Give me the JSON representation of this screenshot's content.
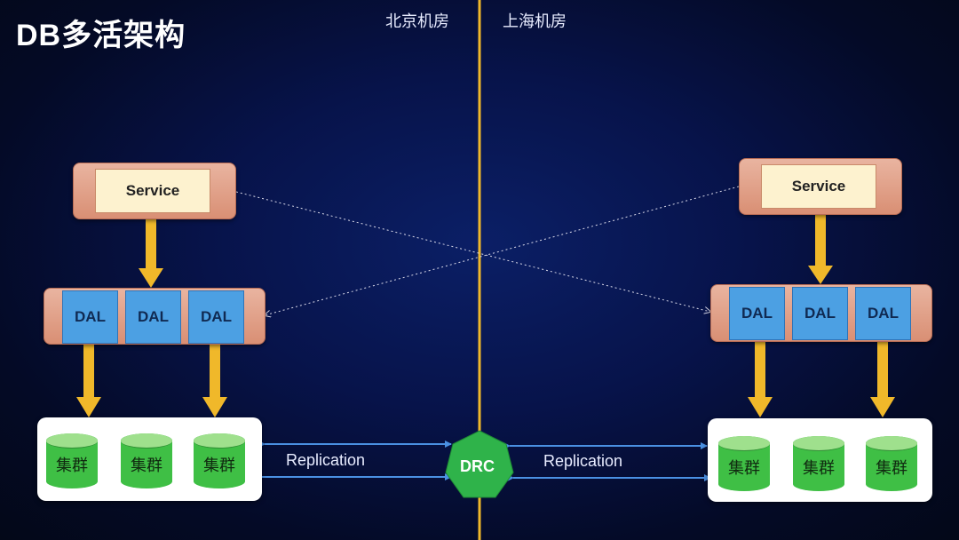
{
  "title": "DB多活架构",
  "datacenters": {
    "left": {
      "name": "北京机房"
    },
    "right": {
      "name": "上海机房"
    }
  },
  "service_label": "Service",
  "dal_label": "DAL",
  "cluster_label": "集群",
  "replication_label": "Replication",
  "drc_label": "DRC",
  "colors": {
    "divider": "#f0b82a",
    "arrow": "#f0b82a",
    "drc": "#2fb34a",
    "replication_arrow": "#4a90e2"
  }
}
